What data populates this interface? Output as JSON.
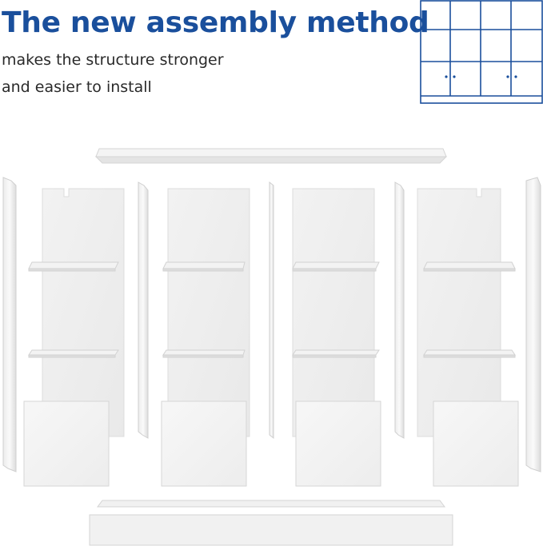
{
  "headline": "The new assembly method",
  "subheadline": {
    "line1": "makes the structure stronger",
    "line2": "and easier to install"
  },
  "colors": {
    "brand_blue": "#1a4f9c",
    "panel_white": "#f0f0f0",
    "panel_edge": "#d9d9d9"
  },
  "illustration": {
    "assembled_thumbnail": "cabinet-front-icon",
    "exploded_view": "cabinet-exploded-diagram",
    "column_count": 4
  }
}
